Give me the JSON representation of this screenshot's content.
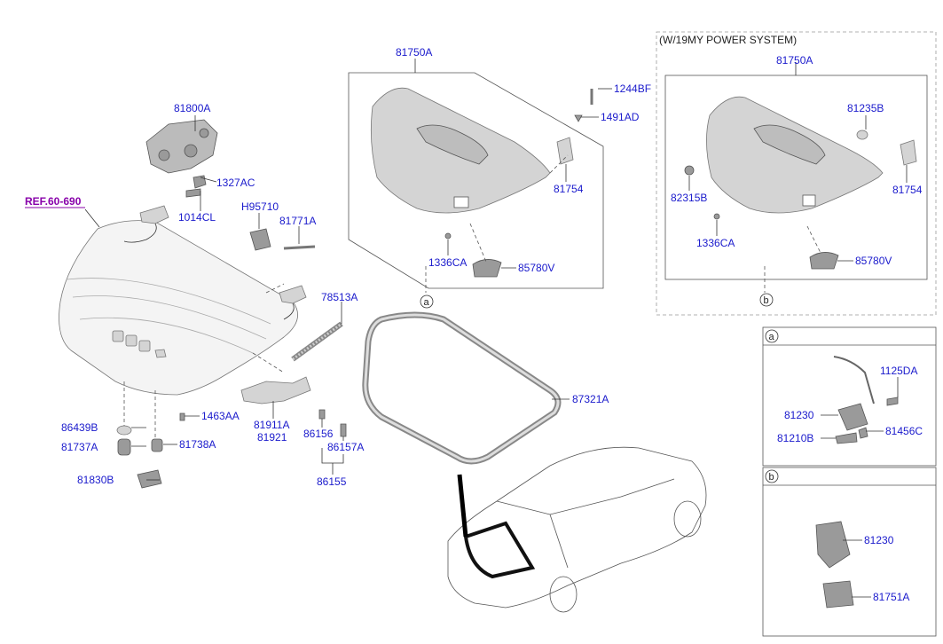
{
  "section_titles": {
    "power_system": "(W/19MY POWER SYSTEM)"
  },
  "ref": "REF.60-690",
  "circle_labels": {
    "a": "a",
    "b": "b"
  },
  "part_numbers": {
    "p81800A": "81800A",
    "p1327AC": "1327AC",
    "p1014CL": "1014CL",
    "pH95710": "H95710",
    "p81771A": "81771A",
    "p78513A": "78513A",
    "p81750A_main": "81750A",
    "p1244BF": "1244BF",
    "p1491AD": "1491AD",
    "p81754_main": "81754",
    "p1336CA_main": "1336CA",
    "p85780V_main": "85780V",
    "p81750A_alt": "81750A",
    "p81235B": "81235B",
    "p82315B": "82315B",
    "p81754_alt": "81754",
    "p1336CA_alt": "1336CA",
    "p85780V_alt": "85780V",
    "p87321A": "87321A",
    "p86439B": "86439B",
    "p81737A": "81737A",
    "p81738A": "81738A",
    "p1463AA": "1463AA",
    "p81830B": "81830B",
    "p81911A": "81911A",
    "p81921": "81921",
    "p86156": "86156",
    "p86157A": "86157A",
    "p86155": "86155",
    "p1125DA": "1125DA",
    "p81230_a": "81230",
    "p81210B": "81210B",
    "p81456C": "81456C",
    "p81230_b": "81230",
    "p81751A": "81751A"
  }
}
